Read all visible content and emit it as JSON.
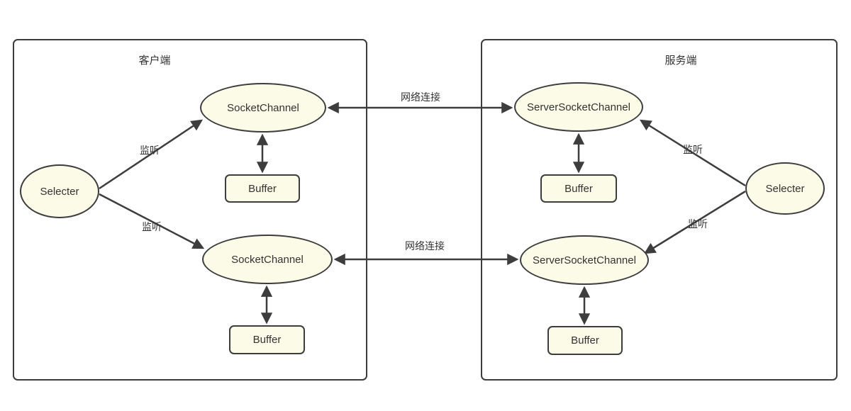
{
  "colors": {
    "node_fill": "#FBFBE8",
    "stroke": "#3D3D3D",
    "text": "#333333",
    "canvas": "#FFFFFF"
  },
  "client": {
    "title": "客户端",
    "selector_label": "Selecter",
    "channel_top_label": "SocketChannel",
    "channel_bottom_label": "SocketChannel",
    "buffer_top_label": "Buffer",
    "buffer_bottom_label": "Buffer",
    "listen_top_label": "监听",
    "listen_bottom_label": "监听"
  },
  "server": {
    "title": "服务端",
    "selector_label": "Selecter",
    "channel_top_label": "ServerSocketChannel",
    "channel_bottom_label": "ServerSocketChannel",
    "buffer_top_label": "Buffer",
    "buffer_bottom_label": "Buffer",
    "listen_top_label": "监听",
    "listen_bottom_label": "监听"
  },
  "connections": {
    "network_top_label": "网络连接",
    "network_bottom_label": "网络连接"
  }
}
